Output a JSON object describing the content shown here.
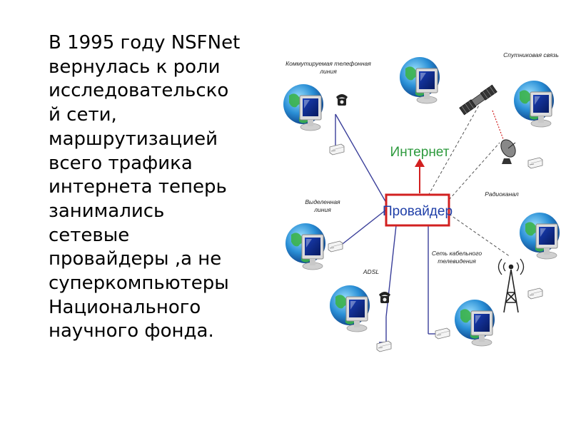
{
  "paragraph": {
    "lines": [
      "В 1995 году NSFNet",
      "вернулась к роли",
      "исследовательско",
      "й сети,",
      "маршрутизацией",
      "всего трафика",
      "интернета теперь",
      "занимались",
      "сетевые",
      "провайдеры ,а не",
      "суперкомпьютеры",
      "Национального",
      "научного фонда."
    ]
  },
  "diagram": {
    "center_label": "Провайдер",
    "internet_label": "Интернет",
    "labels": {
      "dialup": [
        "Коммутируемая телефонная",
        "линия"
      ],
      "leased": [
        "Выделенная",
        "линия"
      ],
      "adsl": "ADSL",
      "satellite": "Спутниковая связь",
      "radio": "Радиоканал",
      "cable": [
        "Сеть кабельного",
        "телевидения"
      ]
    },
    "colors": {
      "provider_border": "#d22020",
      "link_line": "#3a3f9a",
      "internet_arrow": "#d22020",
      "internet_text": "#2e9a3e",
      "dashed_line": "#555555"
    },
    "icons": [
      "globe-computer-icon",
      "telephone-icon",
      "modem-icon",
      "satellite-icon",
      "satellite-dish-icon",
      "radio-tower-icon"
    ]
  }
}
